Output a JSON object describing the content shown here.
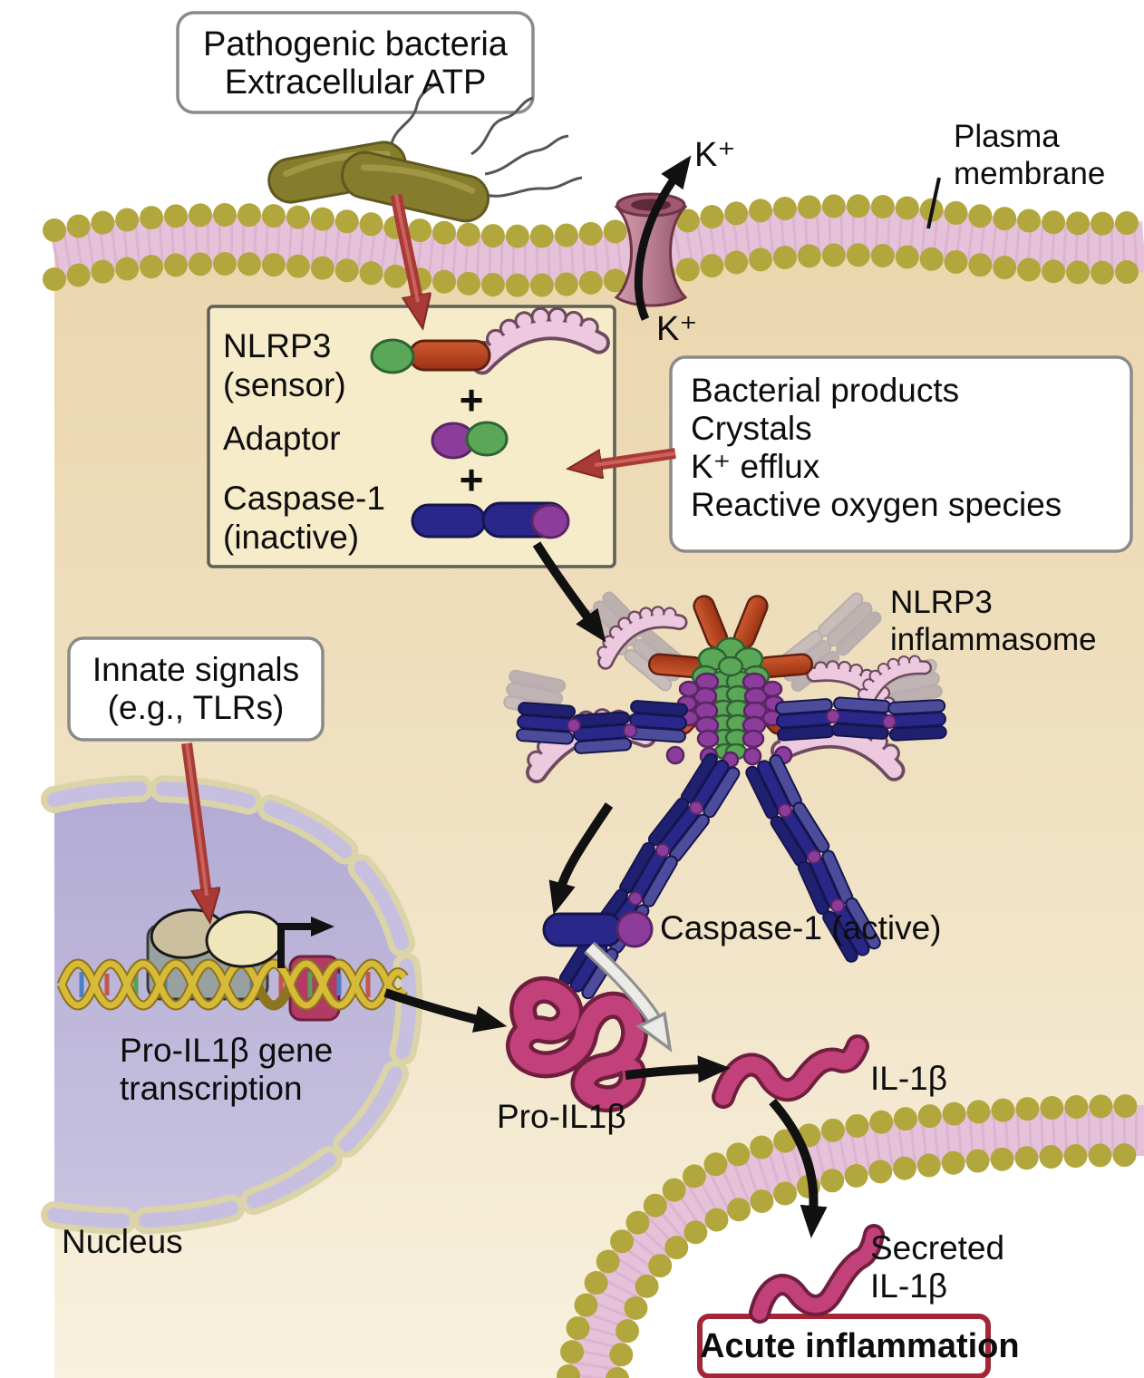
{
  "title_box": {
    "line1": "Pathogenic bacteria",
    "line2": "Extracellular ATP"
  },
  "membrane": {
    "label_line1": "Plasma",
    "label_line2": "membrane",
    "k_out": "K⁺",
    "k_in": "K⁺"
  },
  "components_box": {
    "sensor_name": "NLRP3",
    "sensor_sub": "(sensor)",
    "plus1": "+",
    "adaptor": "Adaptor",
    "plus2": "+",
    "caspase_name": "Caspase-1",
    "caspase_sub": "(inactive)"
  },
  "activators_box": {
    "lines": [
      "Bacterial products",
      "Crystals",
      "K⁺ efflux",
      "Reactive oxygen species"
    ]
  },
  "inflammasome": {
    "label_line1": "NLRP3",
    "label_line2": "inflammasome"
  },
  "caspase_active": {
    "label": "Caspase-1 (active)"
  },
  "innate_box": {
    "line1": "Innate signals",
    "line2": "(e.g., TLRs)"
  },
  "nucleus": {
    "label": "Nucleus",
    "transcription_line1": "Pro-IL1β gene",
    "transcription_line2": "transcription"
  },
  "cytokines": {
    "pro_il1b": "Pro-IL1β",
    "il1b": "IL-1β",
    "secreted_line1": "Secreted",
    "secreted_line2": "IL-1β"
  },
  "outcome": {
    "label": "Acute inflammation"
  },
  "colors": {
    "cytoplasm": "#ecd9b3",
    "membrane_head": "#b2a73d",
    "membrane_core": "#e6c2da",
    "nucleus_fill": "#b8b0d6",
    "nuclear_envelope": "#dbd4a8",
    "red_arrow": "#a93a35",
    "outcome_border": "#a32638",
    "sensor_red": "#b5401f",
    "adaptor_green": "#5aa757",
    "adaptor_purple": "#8c3d9c",
    "caspase_navy": "#29288a",
    "lrr_pink": "#ecc9de",
    "cytokine_magenta": "#c2417b",
    "bacteria_olive": "#867c2d",
    "channel_mauve": "#b97f91"
  }
}
